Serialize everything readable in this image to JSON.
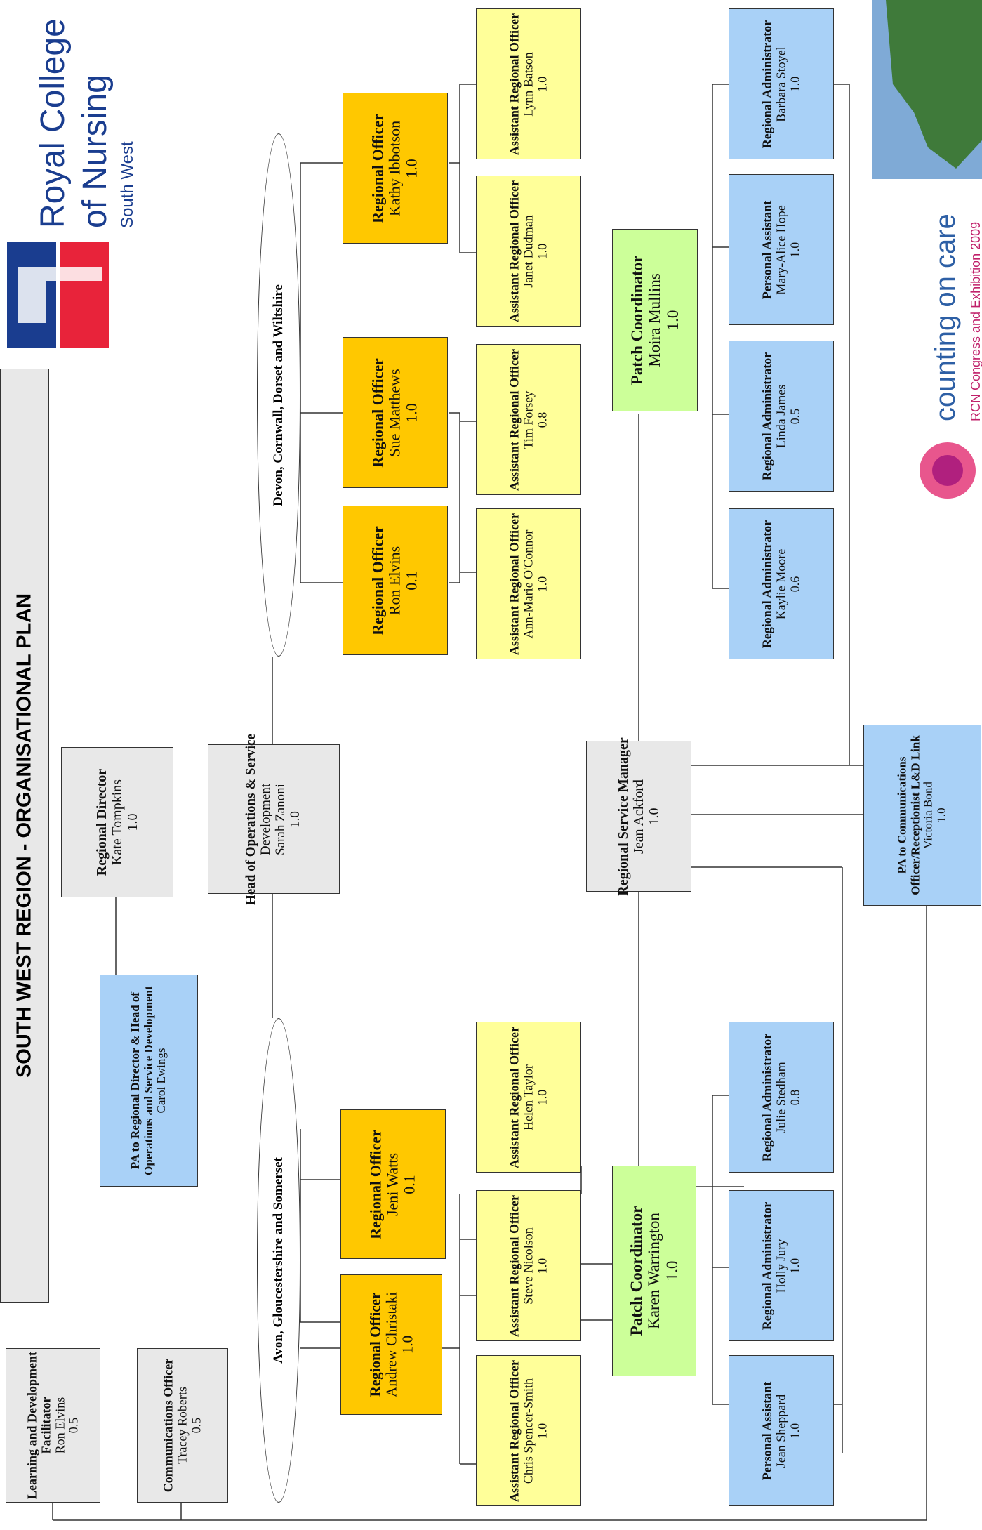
{
  "title": "SOUTH WEST REGION - ORGANISATIONAL PLAN",
  "logo": {
    "line1": "Royal College",
    "line2": "of Nursing",
    "line3": "South West"
  },
  "slogan": {
    "main": "counting on care",
    "sub": "RCN Congress and Exhibition 2009"
  },
  "regions": {
    "west": "Avon, Gloucestershire and Somerset",
    "east": "Devon, Cornwall, Dorset and Wiltshire"
  },
  "boxes": {
    "ld": {
      "title": "Learning and Development Facilitator",
      "name": "Ron Elvins",
      "fte": "0.5"
    },
    "comms": {
      "title": "Communications Officer",
      "name": "Tracey Roberts",
      "fte": "0.5"
    },
    "pa_director": {
      "title": "PA to Regional Director & Head of Operations and Service Development",
      "name": "Carol Ewings"
    },
    "director": {
      "title": "Regional Director",
      "name": "Kate Tompkins",
      "fte": "1.0"
    },
    "head_ops": {
      "title": "Head of Operations & Service",
      "sub": "Development",
      "name": "Sarah Zanoni",
      "fte": "1.0"
    },
    "ro_christaki": {
      "title": "Regional Officer",
      "name": "Andrew Christaki",
      "fte": "1.0"
    },
    "ro_watts": {
      "title": "Regional Officer",
      "name": "Jeni Watts",
      "fte": "0.1"
    },
    "ro_elvins": {
      "title": "Regional Officer",
      "name": "Ron Elvins",
      "fte": "0.1"
    },
    "ro_matthews": {
      "title": "Regional Officer",
      "name": "Sue Matthews",
      "fte": "1.0"
    },
    "ro_ibbotson": {
      "title": "Regional Officer",
      "name": "Kathy Ibbotson",
      "fte": "1.0"
    },
    "aro_smith": {
      "title": "Assistant Regional Officer",
      "name": "Chris Spencer-Smith",
      "fte": "1.0"
    },
    "aro_nicolson": {
      "title": "Assistant Regional Officer",
      "name": "Steve Nicolson",
      "fte": "1.0"
    },
    "aro_taylor": {
      "title": "Assistant Regional Officer",
      "name": "Helen Taylor",
      "fte": "1.0"
    },
    "aro_oconnor": {
      "title": "Assistant Regional Officer",
      "name": "Ann-Marie O'Connor",
      "fte": "1.0"
    },
    "aro_forsey": {
      "title": "Assistant Regional Officer",
      "name": "Tim Forsey",
      "fte": "0.8"
    },
    "aro_dudman": {
      "title": "Assistant Regional Officer",
      "name": "Janet Dudman",
      "fte": "1.0"
    },
    "aro_batson": {
      "title": "Assistant Regional Officer",
      "name": "Lynn Batson",
      "fte": "1.0"
    },
    "pc_warrington": {
      "title": "Patch Coordinator",
      "name": "Karen Warrington",
      "fte": "1.0"
    },
    "pc_mullins": {
      "title": "Patch Coordinator",
      "name": "Moira Mullins",
      "fte": "1.0"
    },
    "rsm": {
      "title": "Regional Service Manager",
      "name": "Jean Ackford",
      "fte": "1.0"
    },
    "pa_comms": {
      "title": "PA to Communications Officer/Receptionist L&D Link",
      "name": "Victoria Bond",
      "fte": "1.0"
    },
    "pa_sheppard": {
      "title": "Personal Assistant",
      "name": "Jean Sheppard",
      "fte": "1.0"
    },
    "ra_jury": {
      "title": "Regional Administrator",
      "name": "Holly Jury",
      "fte": "1.0"
    },
    "ra_stedham": {
      "title": "Regional Administrator",
      "name": "Julie Stedham",
      "fte": "0.8"
    },
    "ra_moore": {
      "title": "Regional Administrator",
      "name": "Kaylie Moore",
      "fte": "0.6"
    },
    "ra_james": {
      "title": "Regional Administrator",
      "name": "Linda James",
      "fte": "0.5"
    },
    "pa_hope": {
      "title": "Personal Assistant",
      "name": "Mary-Alice Hope",
      "fte": "1.0"
    },
    "ra_stoyel": {
      "title": "Regional Administrator",
      "name": "Barbara Stoyel",
      "fte": "1.0"
    }
  },
  "colors": {
    "gray": "#e8e8e8",
    "blue": "#a9d1f7",
    "gold": "#ffc800",
    "yellow": "#ffff99",
    "green": "#ccff99",
    "logo_blue": "#1a3d8f",
    "logo_red": "#e8233a"
  }
}
